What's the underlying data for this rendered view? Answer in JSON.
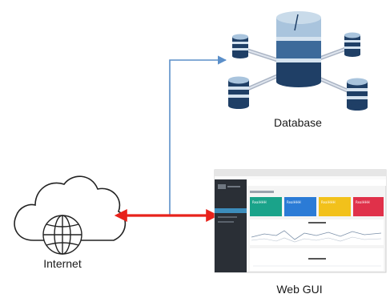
{
  "nodes": {
    "internet": {
      "label": "Internet",
      "icon": "cloud-globe-icon"
    },
    "database": {
      "label": "Database",
      "icon": "database-cluster-icon"
    },
    "web_gui": {
      "label": "Web GUI",
      "icon": "dashboard-screenshot",
      "cards": [
        {
          "title": "RealHHH",
          "color": "#1aa38a"
        },
        {
          "title": "RealHHH",
          "color": "#2b7bd6"
        },
        {
          "title": "RealHHH",
          "color": "#f2c11b"
        },
        {
          "title": "RealHHH",
          "color": "#e0314a"
        }
      ]
    }
  },
  "connections": [
    {
      "from": "internet",
      "to": "web_gui",
      "style": "bidirectional",
      "color": "#e8221b"
    },
    {
      "from": "internet-link",
      "to": "database",
      "style": "directed",
      "color": "#5b8fc9"
    }
  ],
  "colors": {
    "db_dark": "#1f3f66",
    "db_mid": "#3d6a9a",
    "db_light": "#a9c4dd",
    "db_stripe": "#d4e2ef",
    "spoke": "#aab4c4",
    "cloud_stroke": "#222222",
    "dashboard_sidebar": "#2a2f36",
    "dashboard_active": "#3c8dbc"
  }
}
